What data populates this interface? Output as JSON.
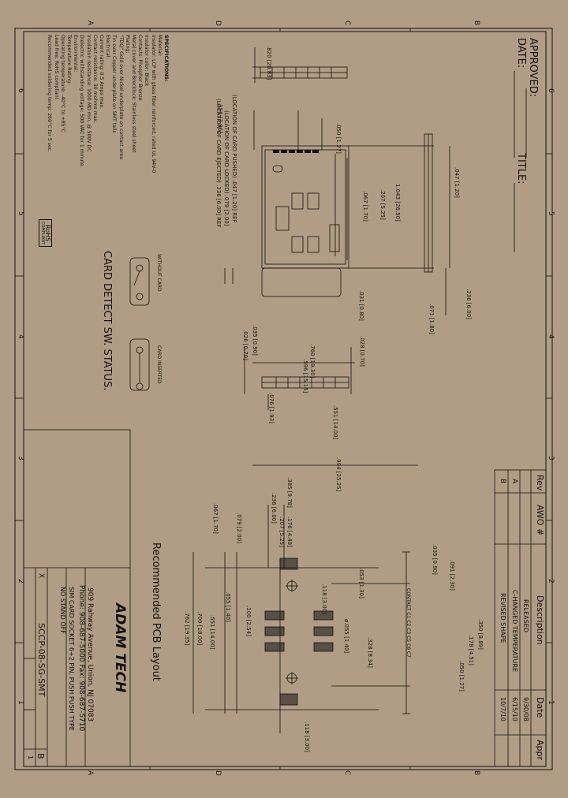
{
  "approval": {
    "approved_label": "APPROVED:",
    "date_label": "DATE:",
    "title_label": "TITLE:"
  },
  "border": {
    "letters_top": [
      "D",
      "C",
      "B",
      "A"
    ],
    "letters_bottom": [
      "D",
      "C",
      "B",
      "A"
    ],
    "numbers_left": [
      "6",
      "5",
      "4",
      "3",
      "2",
      "1"
    ],
    "numbers_right": [
      "6",
      "5",
      "4",
      "3",
      "2",
      "1"
    ]
  },
  "revision_table": {
    "headers": [
      "Rev",
      "AWO #",
      "Description",
      "Date",
      "Appr"
    ],
    "rows": [
      {
        "rev": "",
        "awo": "",
        "description": "RELEASED",
        "date": "9/30/08",
        "appr": ""
      },
      {
        "rev": "A",
        "awo": "",
        "description": "C-HANGED TEMPERATURE",
        "date": "6/15/10",
        "appr": ""
      },
      {
        "rev": "B",
        "awo": "",
        "description": "REVISED SHAPE",
        "date": "10/7/10",
        "appr": ""
      }
    ]
  },
  "specifications": {
    "title": "SPECIFICATIONS:",
    "lines": [
      "Material:",
      "Insulator: LCP with glass fiber reinforced, rated UL 94V-0",
      "Insulator color: Black",
      "Contacts: Phosphor Bronze",
      "Metal cover and Brecklock: Stainless steel sheet",
      "Plating:",
      "\"TDQ\" Gold over Nickel underplate on contact area",
      "Tin over Copper underplate on SMT tails",
      "Electrical:",
      "Current rating: 0.5 Amps max.",
      "Contact resistance: 30 mohms max.",
      "Insulation resistance: 1000 MΩ min. @ 500V DC",
      "Dielectric withstanding voltage: 500 VAC for 1 minute",
      "Environmental:",
      "Temperature Rating:",
      "Operating temperature: -40°C to +85°C",
      "Lead free, RoHS compliant",
      "Recommended soldering temp: 260°C for 5 sec."
    ],
    "rohs": [
      "RoHS",
      "COMPLIANT"
    ]
  },
  "card_detect": {
    "title": "CARD DETECT SW. STATUS.",
    "without_card": "WITHOUT CARD",
    "card_inserted": "CARD INSERTED"
  },
  "pcb_layout": {
    "title": "Recommended PCB Layout"
  },
  "dimensions": {
    "d1": ".820 [20.83]",
    "d2": ".156 [3.96]",
    "d3": ".050 [1.27]",
    "d4": "1.043 [26.50]",
    "d5": ".207 [5.25]",
    "d6": ".067 [1.70]",
    "d7": ".031 [0.80]",
    "d8": ".047 [1.20]",
    "d9": ".236 [6.00]",
    "d10": ".071 [1.80]",
    "loc1": "(LOCATION OF CARD PUSHED) .047 [1.20] REF",
    "loc2": "(LOCATION OF CARD LOCKED) .079 [2.00]",
    "loc3": "(LOCATION OF CARD EJECTED) .236 [6.00] REF",
    "d11": ".035 [0.90]",
    "d12": ".026 [0.70]",
    "d13": ".760 [19.30]",
    "d14": ".596 [15.15]",
    "d15": ".028 [0.70]",
    "d16": ".551 [14.00]",
    "d17": ".076 [1.93]",
    "p1": ".994 [25.25]",
    "p2": ".385 [9.78]",
    "p3": ".236 [6.00]",
    "p4": ".207 [5.25]",
    "p5": ".176 [4.48]",
    "p6": ".067 [1.70]",
    "p7": ".079 [2.00]",
    "p8": ".053 [1.30]",
    "p9": ".118 [3.00]",
    "p10": ".100 [2.54]",
    "p11": ".055 [1.40]",
    "p12": ".551 [14.00]",
    "p13": ".709 [18.00]",
    "p14": ".762 [19.35]",
    "p15": ".035 [0.90]",
    "p16": ".091 [2.30]",
    "p17": "ø.055 [1.40]",
    "p18": ".328 [8.34]",
    "p19": ".350 [8.89]",
    "p20": ".178 [4.51]",
    "p21": ".050 [1.27]",
    "p22": ".118 [3.00]",
    "contact_label": "CONTACT C1 C2 C3 C5 C6 C7"
  },
  "title_block": {
    "company": "ADAM TECH",
    "address": "909 Rahway Avenue, Union, NJ 07083",
    "phone": "Phone: 908-687-5000 Fax: 908-687-5710",
    "desc1": "SIM CARD SOCKET 6+2 PIN, PUSH PUSH TYPE",
    "desc2": "NO STAND OFF",
    "part_number": "SCCP-08-SG-SMT",
    "scale": "X",
    "rev": "B",
    "sheet": "1"
  }
}
